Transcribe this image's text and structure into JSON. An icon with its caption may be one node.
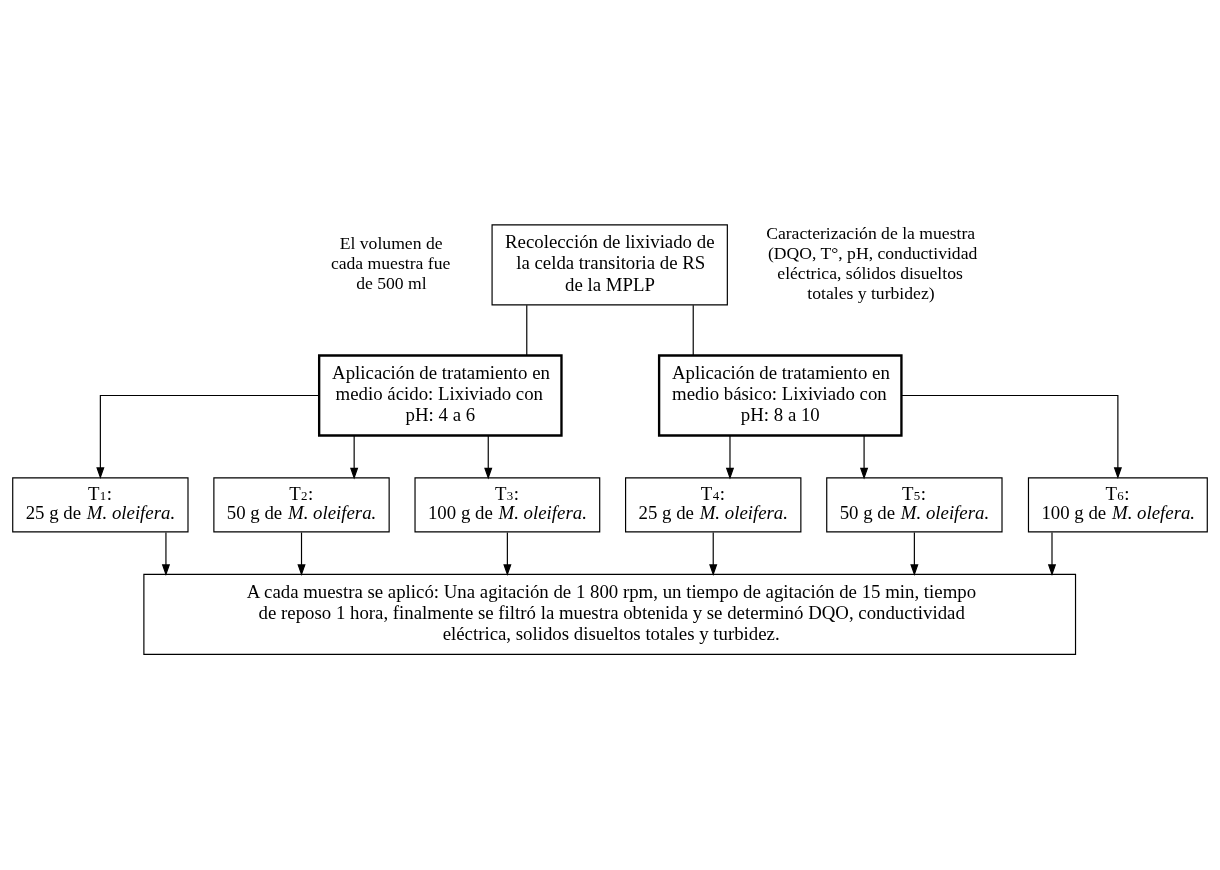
{
  "diagram": {
    "nodes": [
      {
        "text": [
          "Recolección de lixiviado de la celda transitoria de RS de la MPLP"
        ]
      },
      {
        "text": [
          "Aplicación de tratamiento en medio ácido: Lixiviado con pH: 4 a 6"
        ]
      },
      {
        "text": [
          "Aplicación de tratamiento en medio básico: Lixiviado con pH: 8 a 10"
        ]
      },
      {
        "text": [
          "T$_{1}$:",
          "25 g de *M. oleifera.*"
        ]
      },
      {
        "text": [
          "T$_{2}$:",
          "50 g de *M. oleifera.*"
        ]
      },
      {
        "text": [
          "T$_{3}$:",
          "100 g de *M. oleifera.*"
        ]
      },
      {
        "text": [
          "T$_{4}$:",
          "25 g de *M. oleifera.*"
        ]
      },
      {
        "text": [
          "T$_{5}$:",
          "50 g de *M. oleifera.*"
        ]
      },
      {
        "text": [
          "T$_{6}$:",
          "100 g de *M. olefera.*"
        ]
      },
      {
        "text": [
          "A cada muestra se aplicó: Una agitación de 1 800 rpm, un tiempo de agitación de 15 min, tiempo de reposo 1 hora, finalmente se filtró la muestra obtenida y se determinó DQO, conductividad eléctrica, solidos disueltos totales y turbidez."
        ]
      }
    ],
    "edges": [
      {
        "from": 0,
        "to": 1,
        "arrow": "none"
      },
      {
        "from": 0,
        "to": 2,
        "arrow": "none"
      },
      {
        "from": 1,
        "to": 3,
        "arrow": "to"
      },
      {
        "from": 1,
        "to": 4,
        "arrow": "to"
      },
      {
        "from": 1,
        "to": 5,
        "arrow": "to"
      },
      {
        "from": 2,
        "to": 6,
        "arrow": "to"
      },
      {
        "from": 2,
        "to": 7,
        "arrow": "to"
      },
      {
        "from": 2,
        "to": 8,
        "arrow": "to"
      },
      {
        "from": 3,
        "to": 9,
        "arrow": "to"
      },
      {
        "from": 4,
        "to": 9,
        "arrow": "to"
      },
      {
        "from": 5,
        "to": 9,
        "arrow": "to"
      },
      {
        "from": 6,
        "to": 9,
        "arrow": "to"
      },
      {
        "from": 7,
        "to": 9,
        "arrow": "to"
      },
      {
        "from": 8,
        "to": 9,
        "arrow": "to"
      }
    ],
    "labels": [
      "El volumen de cada muestra fue de 500 ml",
      "Caracterización de la muestra (DQO, T°, pH, conductividad eléctrica, sólidos disueltos totales y turbidez)"
    ]
  }
}
